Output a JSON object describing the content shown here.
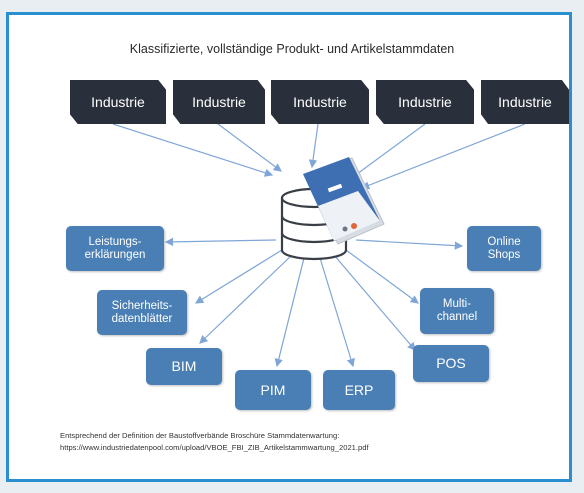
{
  "title": "Klassifizierte, vollständige Produkt- und Artikelstammdaten",
  "sources": [
    "Industrie",
    "Industrie",
    "Industrie",
    "Industrie",
    "Industrie"
  ],
  "outputs": {
    "leistungs": "Leistungs-\nerklärungen",
    "sicherheits": "Sicherheits-\ndatenblätter",
    "bim": "BIM",
    "pim": "PIM",
    "erp": "ERP",
    "pos": "POS",
    "multichannel": "Multi-\nchannel",
    "online_shops": "Online\nShops"
  },
  "footer": {
    "line1": "Entsprechend der Definition der Baustoffverbände  Broschüre Stammdatenwartung:",
    "line2": "https://www.industriedatenpool.com/upload/VBOE_FBI_ZIB_Artikelstammwartung_2021.pdf"
  },
  "colors": {
    "frame": "#2a8fd0",
    "industrie_box": "#29303b",
    "output_box": "#4a7fb5",
    "arrow": "#7fa6d6",
    "database": "#ffffff"
  },
  "icons": {
    "center": "database-icon",
    "brochure": "brochure-icon"
  }
}
